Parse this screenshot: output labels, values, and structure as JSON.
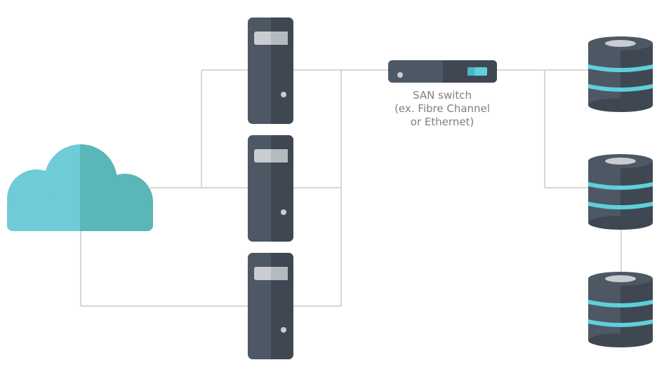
{
  "diagram": {
    "san_switch_label": {
      "line1": "SAN switch",
      "line2": "(ex. Fibre Channel",
      "line3": "or Ethernet)"
    },
    "colors": {
      "cloud_light": "#6fcbd8",
      "cloud_dark": "#5bb6b9",
      "server_body": "#4d5864",
      "server_shadow": "#3f4852",
      "server_bay": "#c9cdd1",
      "storage_teal": "#5ed0dc",
      "line": "#c8c8c8"
    },
    "nodes": {
      "cloud": "cloud-icon",
      "servers": [
        "server-icon",
        "server-icon",
        "server-icon"
      ],
      "switch": "san-switch-icon",
      "storage": [
        "storage-icon",
        "storage-icon",
        "storage-icon"
      ]
    }
  }
}
